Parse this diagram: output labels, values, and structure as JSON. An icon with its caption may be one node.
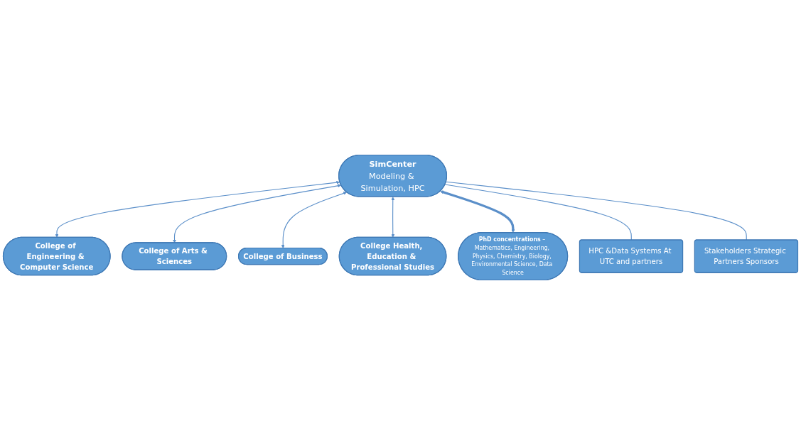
{
  "diagram": {
    "nodes": [
      {
        "text": [
          "SimCenter",
          "Modeling & Simulation, HPC"
        ]
      },
      {
        "text": [
          "College of Engineering & Computer Science"
        ]
      },
      {
        "text": [
          "College of Arts & Sciences"
        ]
      },
      {
        "text": [
          "College of Business"
        ]
      },
      {
        "text": [
          "College Health, Education & Professional Studies"
        ]
      },
      {
        "text": [
          "**PhD concentrations** – Mathematics, Engineering, Physics, Chemistry, Biology, Environmental Science, Data Science"
        ]
      },
      {
        "text": [
          "HPC &Data Systems At UTC and partners"
        ]
      },
      {
        "text": [
          "Stakeholders Strategic Partners Sponsors"
        ]
      }
    ],
    "edges": [
      {
        "from": 0,
        "to": 1,
        "arrow": "both"
      },
      {
        "from": 0,
        "to": 2,
        "arrow": "both"
      },
      {
        "from": 0,
        "to": 3,
        "arrow": "both"
      },
      {
        "from": 0,
        "to": 4,
        "arrow": "both"
      },
      {
        "from": 0,
        "to": 5,
        "arrow": "both",
        "style": "thick"
      },
      {
        "from": 0,
        "to": 6,
        "arrow": "none"
      },
      {
        "from": 0,
        "to": 7,
        "arrow": "none"
      }
    ]
  }
}
